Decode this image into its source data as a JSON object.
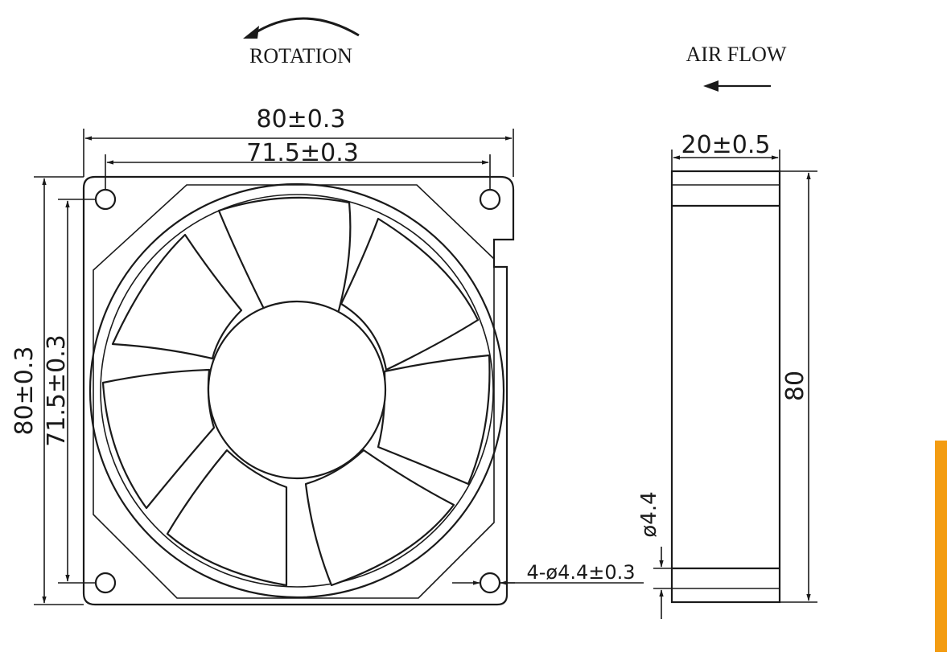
{
  "labels": {
    "rotation": "ROTATION",
    "air_flow": "AIR FLOW",
    "overall_width": "80±0.3",
    "hole_spacing_width": "71.5±0.3",
    "overall_height": "80±0.3",
    "hole_spacing_height": "71.5±0.3",
    "mounting_holes": "4-ø4.4±0.3",
    "thickness": "20±0.5",
    "side_height": "80",
    "side_hole": "ø4.4"
  },
  "colors": {
    "line": "#1a1a1a",
    "background": "#ffffff",
    "accent_bar": "#f39c12"
  },
  "icons": {
    "rotation": "curved-arrow-icon",
    "air_flow": "left-arrow-icon"
  }
}
